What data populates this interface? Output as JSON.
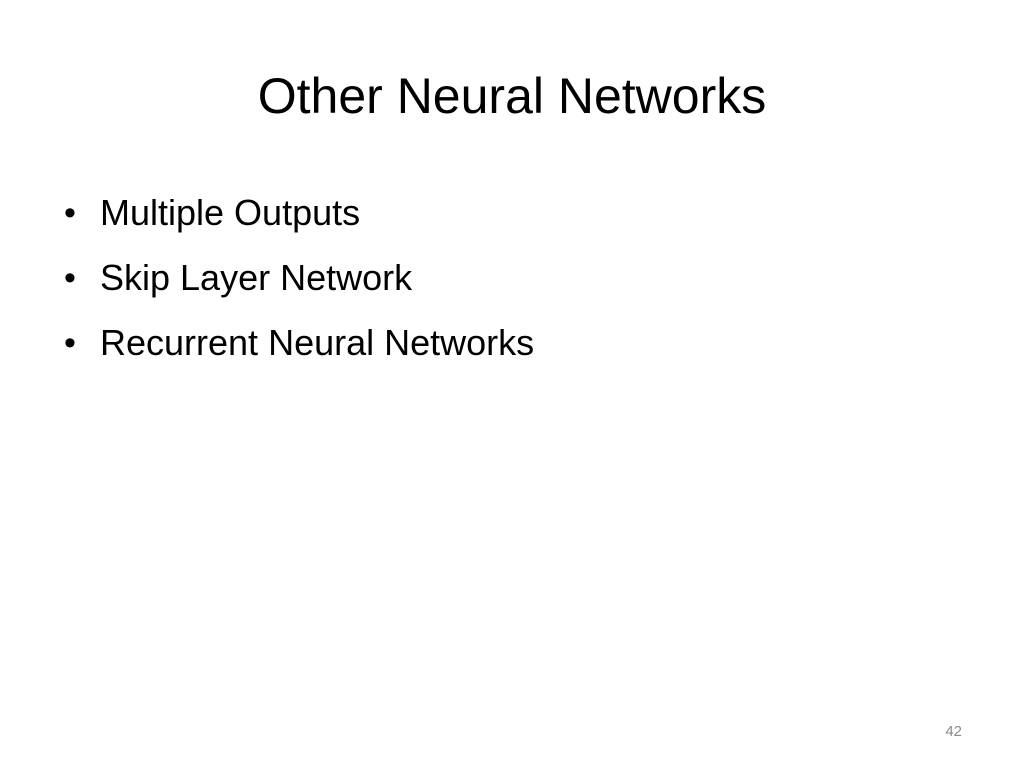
{
  "slide": {
    "title": "Other Neural Networks",
    "bullets": [
      {
        "marker": "•",
        "text": "Multiple Outputs"
      },
      {
        "marker": "•",
        "text": "Skip Layer Network"
      },
      {
        "marker": "•",
        "text": "Recurrent Neural Networks"
      }
    ],
    "page_number": "42",
    "colors": {
      "background": "#ffffff",
      "text": "#000000",
      "page_number": "#8c8c8c"
    }
  }
}
